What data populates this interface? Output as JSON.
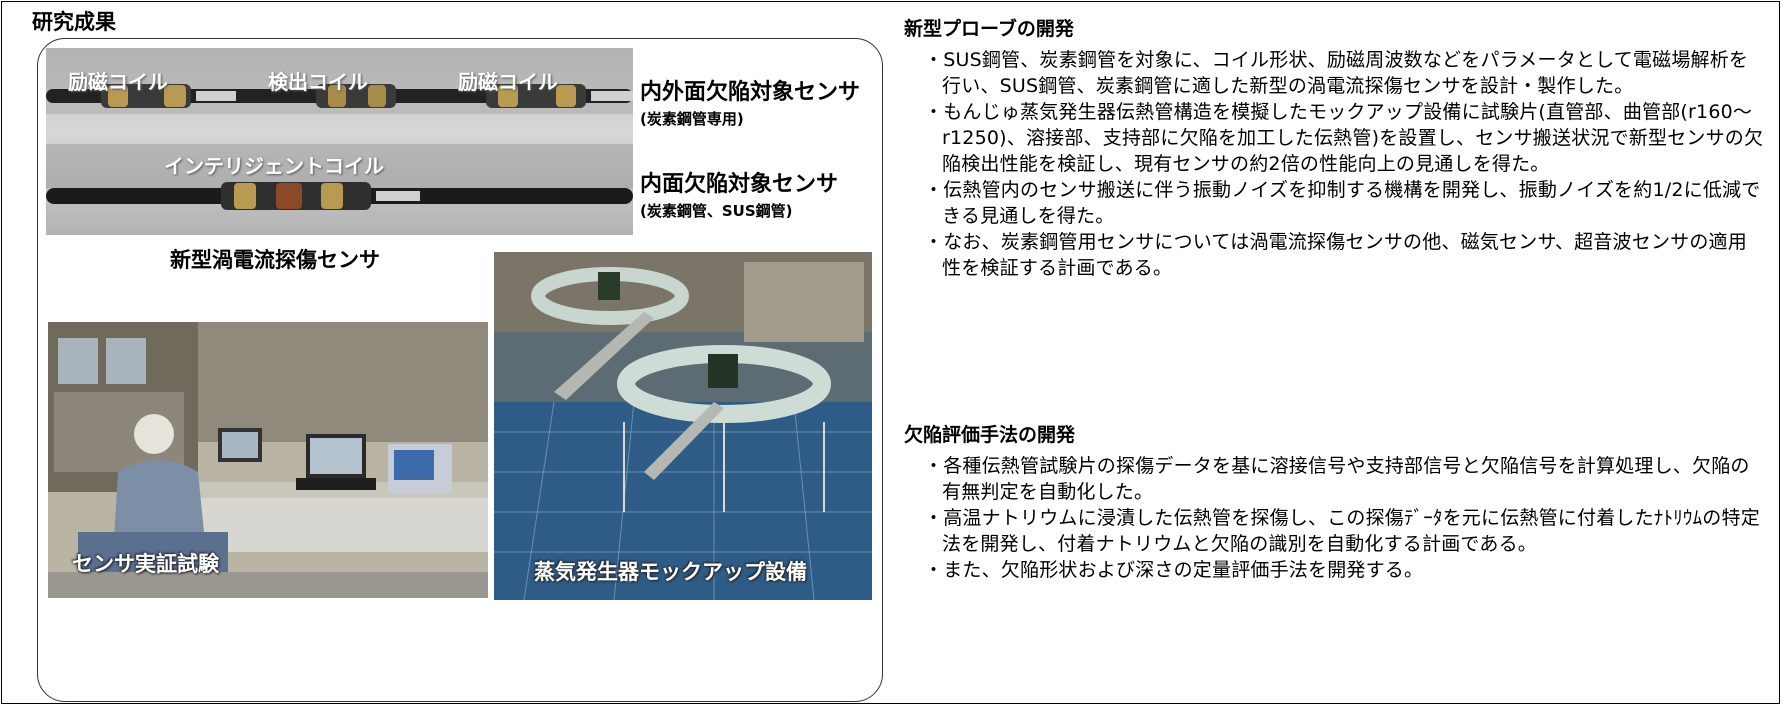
{
  "heading": "研究成果",
  "sensor_photo": {
    "coil_left": "励磁コイル",
    "coil_center": "検出コイル",
    "coil_right": "励磁コイル",
    "coil_intelligent": "インテリジェントコイル"
  },
  "sensor_labels": {
    "outer_title": "内外面欠陥対象センサ",
    "outer_sub": "(炭素鋼管専用)",
    "inner_title": "内面欠陥対象センサ",
    "inner_sub": "(炭素鋼管、SUS鋼管)"
  },
  "caption_sensor": "新型渦電流探傷センサ",
  "caption_lab": "センサ実証試験",
  "caption_mockup": "蒸気発生器モックアップ設備",
  "section1": {
    "title": "新型プローブの開発",
    "items": [
      "・SUS鋼管、炭素鋼管を対象に、コイル形状、励磁周波数などをパラメータとして電磁場解析を行い、SUS鋼管、炭素鋼管に適した新型の渦電流探傷センサを設計・製作した。",
      "・もんじゅ蒸気発生器伝熱管構造を模擬したモックアップ設備に試験片(直管部、曲管部(r160～r1250)、溶接部、支持部に欠陥を加工した伝熱管)を設置し、センサ搬送状況で新型センサの欠陥検出性能を検証し、現有センサの約2倍の性能向上の見通しを得た。",
      "・伝熱管内のセンサ搬送に伴う振動ノイズを抑制する機構を開発し、振動ノイズを約1/2に低減できる見通しを得た。",
      "・なお、炭素鋼管用センサについては渦電流探傷センサの他、磁気センサ、超音波センサの適用性を検証する計画である。"
    ]
  },
  "section2": {
    "title": "欠陥評価手法の開発",
    "items": [
      "・各種伝熱管試験片の探傷データを基に溶接信号や支持部信号と欠陥信号を計算処理し、欠陥の有無判定を自動化した。",
      "・高温ナトリウムに浸漬した伝熱管を探傷し、この探傷ﾃﾞｰﾀを元に伝熱管に付着したﾅﾄﾘｳﾑの特定法を開発し、付着ナトリウムと欠陥の識別を自動化する計画である。",
      "・また、欠陥形状および深さの定量評価手法を開発する。"
    ]
  }
}
